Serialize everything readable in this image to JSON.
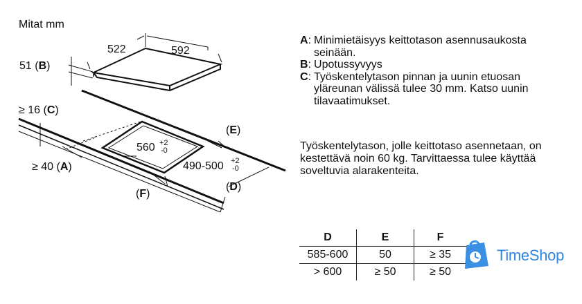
{
  "title": "Mitat mm",
  "diagram": {
    "dim_top_depth": "522",
    "dim_top_width": "592",
    "dim_thickness_value": "51",
    "dim_thickness_key": "B",
    "dim_min_front_value": "≥ 16",
    "dim_min_front_key": "C",
    "dim_min_wall_value": "≥ 40",
    "dim_min_wall_key": "A",
    "cutout_width_value": "560",
    "cutout_width_tol_plus": "+2",
    "cutout_width_tol_minus": "-0",
    "cutout_depth_value": "490-500",
    "cutout_depth_tol_plus": "+2",
    "cutout_depth_tol_minus": "-0",
    "label_d": "D",
    "label_e": "E",
    "label_f": "F"
  },
  "notes": [
    {
      "key": "A",
      "text": "Minimietäisyys keittotason asennusaukosta seinään."
    },
    {
      "key": "B",
      "text": "Upotussyvyys"
    },
    {
      "key": "C",
      "text": "Työskentelytason pinnan ja uunin etuosan yläreunan välissä tulee 30 mm. Katso uunin tilavaatimukset."
    }
  ],
  "paragraph": "Työskentelytason, jolle keittotaso asennetaan, on kestettävä noin 60 kg. Tarvittaessa tulee käyttää soveltuvia alarakenteita.",
  "table": {
    "headers": [
      "D",
      "E",
      "F"
    ],
    "rows": [
      [
        "585-600",
        "50",
        "≥ 35"
      ],
      [
        "> 600",
        "≥ 50",
        "≥ 50"
      ]
    ]
  },
  "brand": {
    "name": "TimeShop",
    "color": "#2f86e0",
    "icon": "shopping-bag-clock-icon"
  }
}
